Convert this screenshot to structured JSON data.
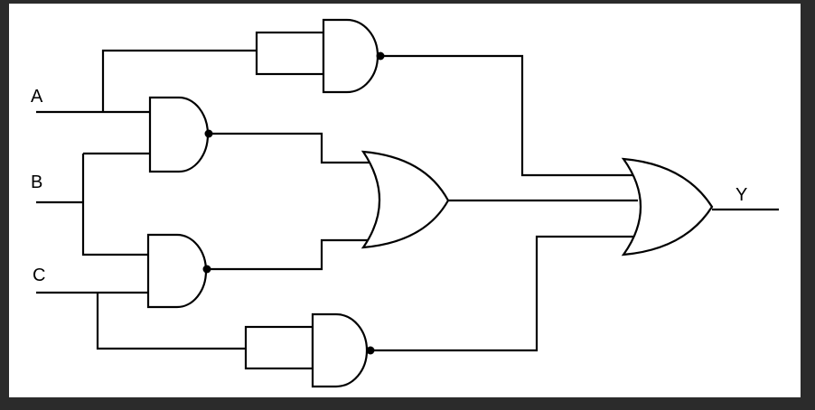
{
  "circuit": {
    "inputs": [
      "A",
      "B",
      "C"
    ],
    "output": "Y",
    "colors": {
      "background": "#2b2b2b",
      "panel": "#ffffff",
      "ink": "#000000"
    }
  }
}
